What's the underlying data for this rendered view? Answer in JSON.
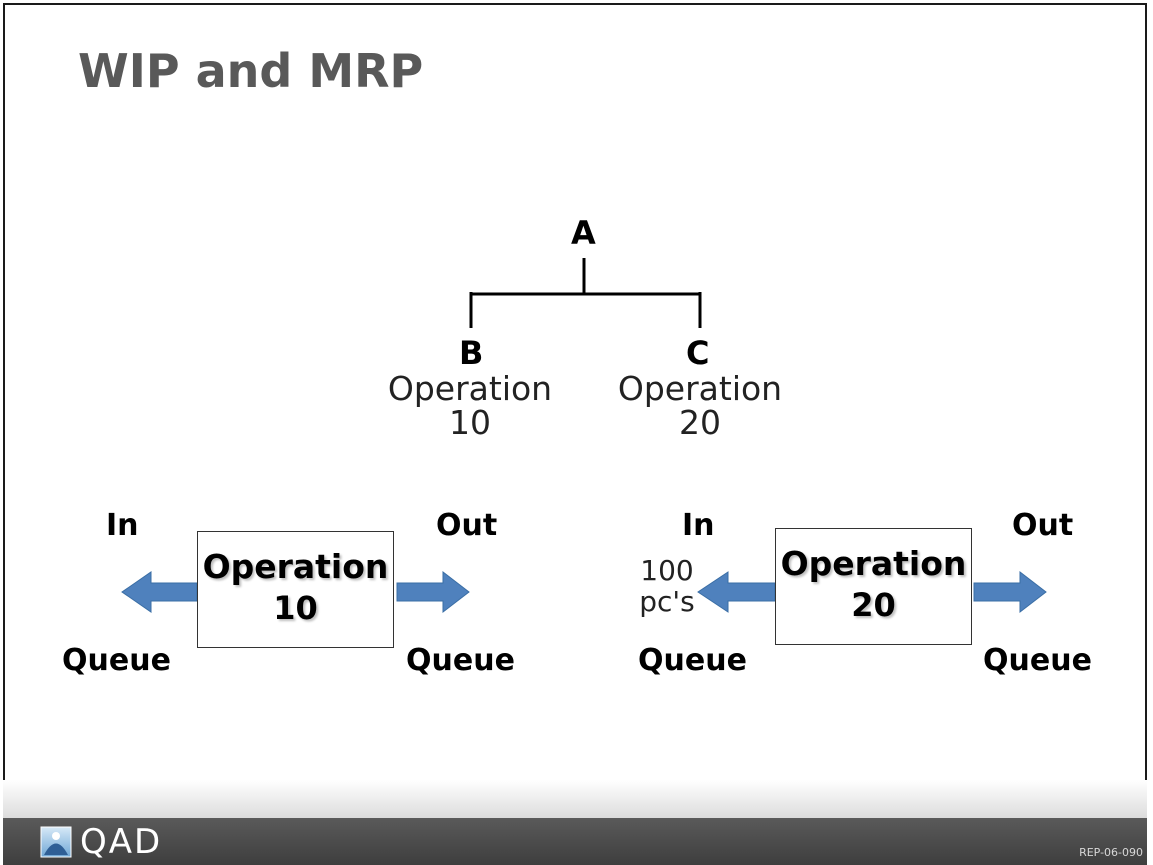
{
  "slide": {
    "title": "WIP and MRP"
  },
  "tree": {
    "parent": "A",
    "children": [
      {
        "letter": "B",
        "operation_line1": "Operation",
        "operation_line2": "10"
      },
      {
        "letter": "C",
        "operation_line1": "Operation",
        "operation_line2": "20"
      }
    ]
  },
  "flows": [
    {
      "in_label": "In",
      "out_label": "Out",
      "box_line1": "Operation",
      "box_line2": "10",
      "in_queue_label": "Queue",
      "out_queue_label": "Queue"
    },
    {
      "in_label": "In",
      "out_label": "Out",
      "box_line1": "Operation",
      "box_line2": "20",
      "quantity_line1": "100",
      "quantity_line2": "pc's",
      "in_queue_label": "Queue",
      "out_queue_label": "Queue"
    }
  ],
  "footer": {
    "logo_text": "QAD",
    "reference_code": "REP-06-090"
  },
  "colors": {
    "arrow_fill": "#4f81bd",
    "title_text": "#595959",
    "footer_bar": "#4a4a4a"
  }
}
